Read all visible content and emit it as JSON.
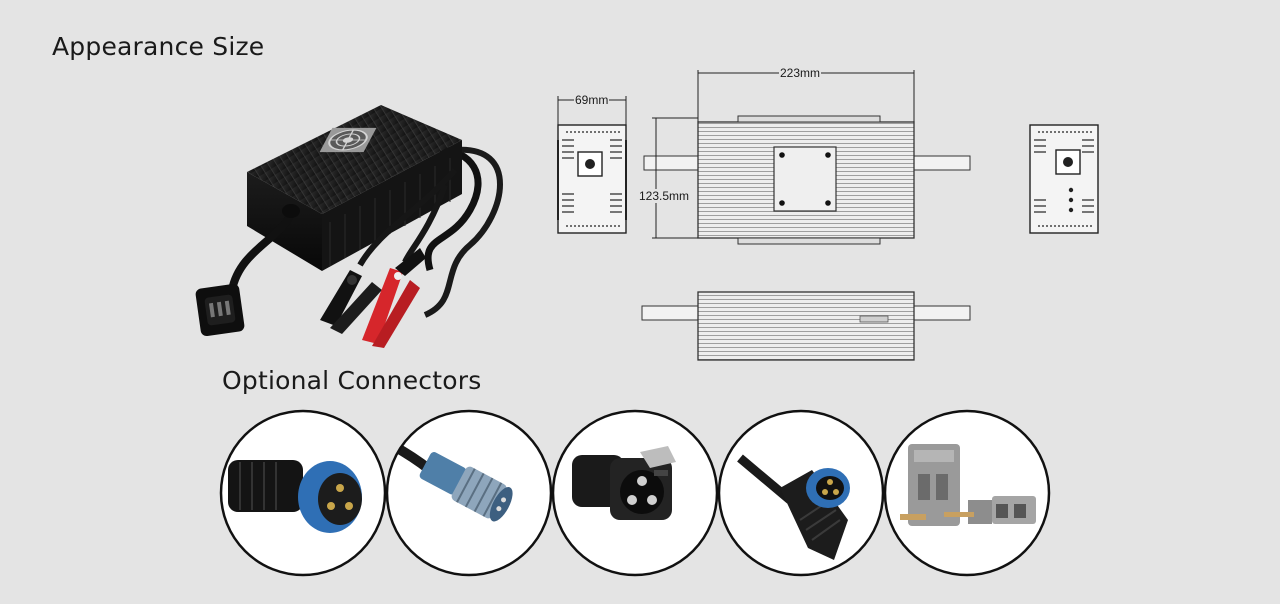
{
  "titles": {
    "appearance": "Appearance Size",
    "connectors": "Optional Connectors"
  },
  "dimensions": {
    "depth": "69mm",
    "length": "223mm",
    "width": "123.5mm"
  },
  "connectors": [
    {
      "icon": "circular-connector-blue-ring-icon"
    },
    {
      "icon": "aviation-plug-metal-icon"
    },
    {
      "icon": "three-pin-socket-latch-icon"
    },
    {
      "icon": "right-angle-plug-blue-icon"
    },
    {
      "icon": "anderson-plug-gray-icon"
    }
  ],
  "colors": {
    "background": "#e4e4e4",
    "charger_body": "#151515",
    "clamp_red": "#d6262b",
    "connector_blue": "#2f6fb5",
    "anderson_gray": "#9a9a9a"
  }
}
